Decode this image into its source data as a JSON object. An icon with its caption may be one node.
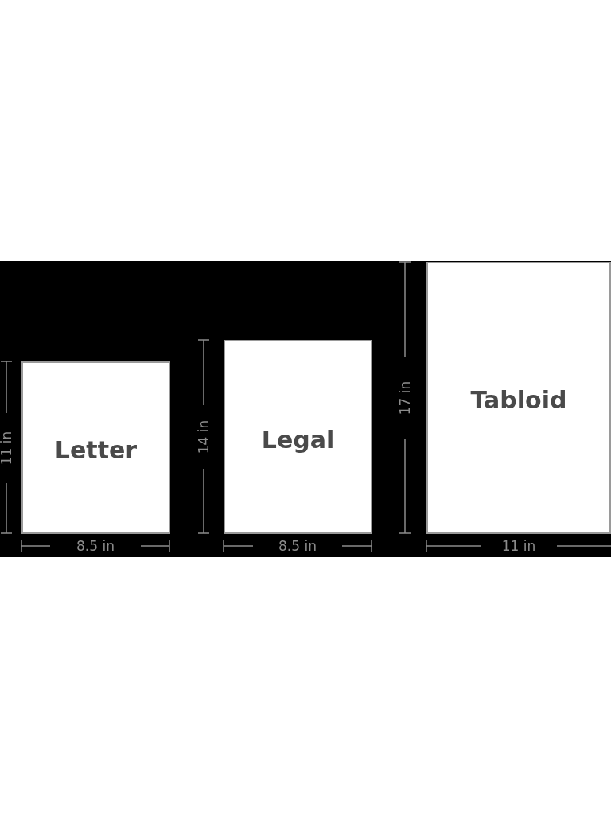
{
  "diagram": {
    "nodes": [
      {
        "text": [
          "Letter"
        ]
      },
      {
        "text": [
          "Legal"
        ]
      },
      {
        "text": [
          "Tabloid"
        ]
      }
    ],
    "labels": [
      "11 in",
      "8.5 in",
      "14 in",
      "8.5 in",
      "17 in",
      "11 in"
    ]
  }
}
